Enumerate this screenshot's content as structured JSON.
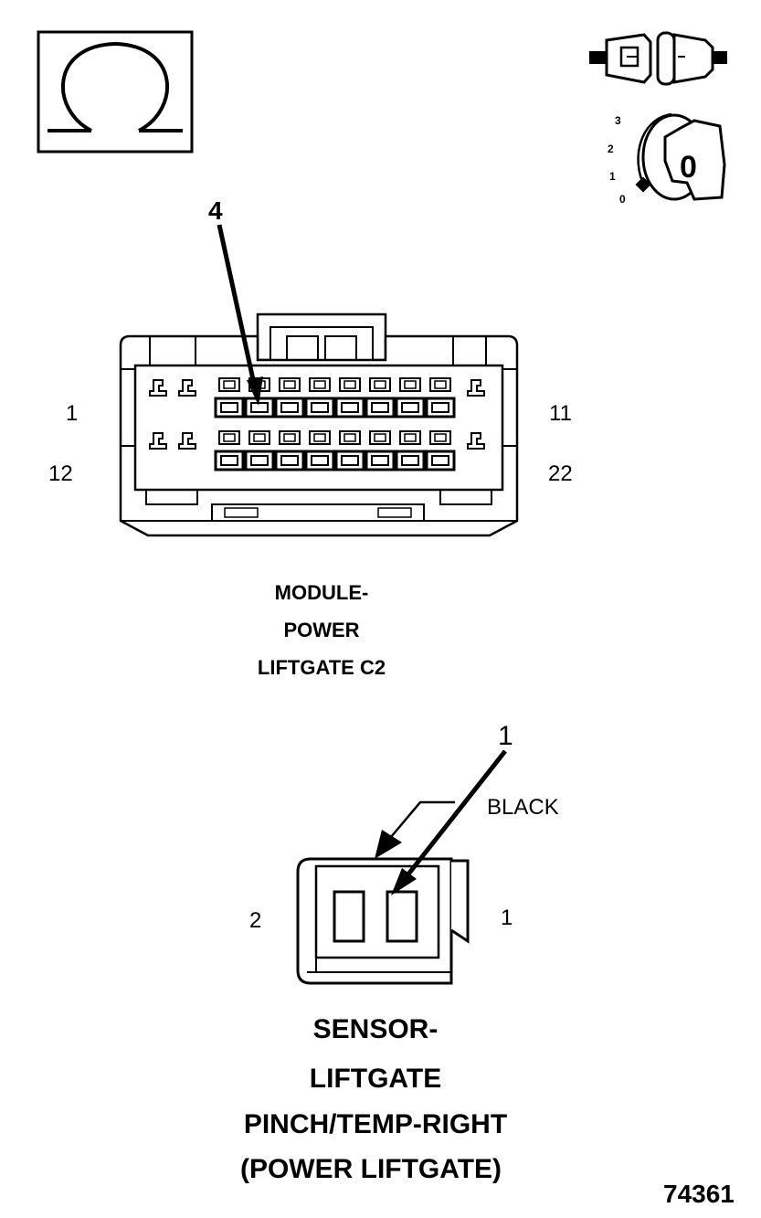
{
  "ohmmeter": {
    "symbol": "Ω"
  },
  "ignition_switch": {
    "positions": [
      "3",
      "2",
      "1",
      "0"
    ],
    "key_label": "0"
  },
  "module_connector": {
    "callout_pin": "4",
    "row_top_start": "1",
    "row_top_end": "11",
    "row_bottom_start": "12",
    "row_bottom_end": "22",
    "title_lines": [
      "MODULE-",
      "POWER",
      "LIFTGATE C2"
    ]
  },
  "sensor_connector": {
    "callout_pin": "1",
    "color": "BLACK",
    "pin_left": "2",
    "pin_right": "1",
    "title_lines": [
      "SENSOR-",
      "LIFTGATE",
      "PINCH/TEMP-RIGHT",
      "(POWER LIFTGATE)"
    ]
  },
  "figure_number": "74361",
  "colors": {
    "ink": "#000000",
    "paper": "#ffffff"
  }
}
